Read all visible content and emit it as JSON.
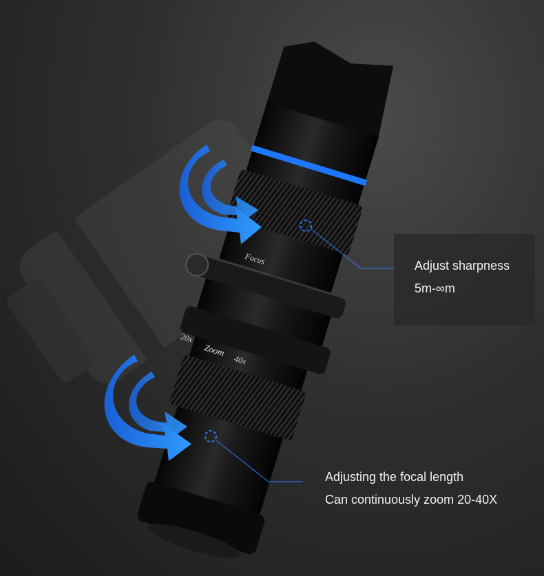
{
  "callouts": {
    "sharpness": {
      "title": "Adjust sharpness",
      "detail": "5m-∞m"
    },
    "zoom": {
      "title": "Adjusting the focal length",
      "detail": "Can continuously zoom 20-40X"
    }
  },
  "lens_markings": {
    "focus_ring": "Focus",
    "zoom_ring": "Zoom",
    "zoom_min": "20x",
    "zoom_max": "40x"
  },
  "colors": {
    "accent_blue": "#1e78ff",
    "leader_line": "#2f7bff",
    "lens_body": "#111111"
  },
  "icons": [
    "rotation-arrow-icon",
    "rotation-arrow-icon",
    "focus-target-icon",
    "focus-target-icon"
  ]
}
